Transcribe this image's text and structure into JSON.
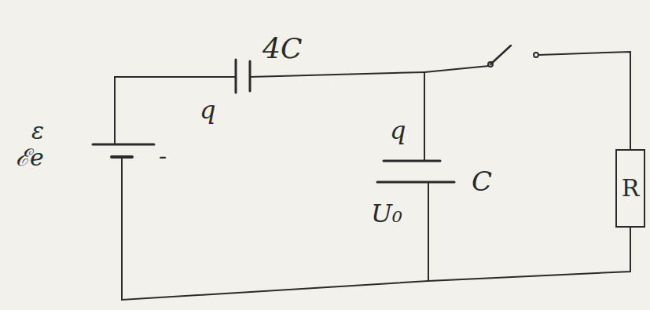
{
  "diagram": {
    "nodes": [
      {
        "text": [
          "R"
        ]
      }
    ],
    "edges": [],
    "labels": [
      "ε",
      "ℰe",
      "-",
      "q",
      "4C",
      "q",
      "U₀",
      "C"
    ]
  }
}
